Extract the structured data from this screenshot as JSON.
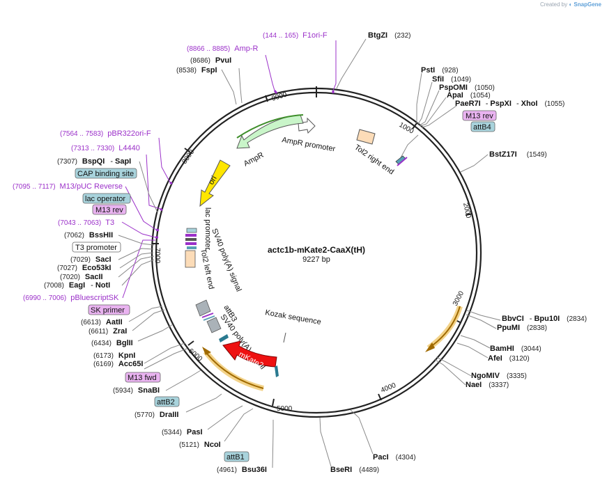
{
  "credit": {
    "prefix": "Created by",
    "brand": "SnapGene"
  },
  "plasmid": {
    "name": "actc1b-mKate2-CaaX(tH)",
    "size": "9227 bp"
  },
  "ticks": [
    "1000",
    "2000",
    "3000",
    "4000",
    "5000",
    "6000",
    "7000",
    "8000",
    "9000"
  ],
  "features": {
    "f1ori": {
      "range": "(144 .. 165)",
      "name": "F1ori-F"
    },
    "ampr_primer": {
      "range": "(8866 .. 8885)",
      "name": "Amp-R"
    },
    "pbr322": {
      "range": "(7564 .. 7583)",
      "name": "pBR322ori-F"
    },
    "l4440": {
      "range": "(7313 .. 7330)",
      "name": "L4440"
    },
    "m13puc": {
      "range": "(7095 .. 7117)",
      "name": "M13/pUC Reverse"
    },
    "t3": {
      "range": "(7043 .. 7063)",
      "name": "T3"
    },
    "pbluescript": {
      "range": "(6990 .. 7006)",
      "name": "pBluescriptSK"
    }
  },
  "boxes": {
    "m13rev_r": "M13 rev",
    "attb4": "attB4",
    "cap": "CAP binding site",
    "lac": "lac operator",
    "m13rev_l": "M13 rev",
    "t3prom": "T3 promoter",
    "sk": "SK primer",
    "m13fwd": "M13 fwd",
    "attb2": "attB2",
    "attb1": "attB1"
  },
  "sites": {
    "btgzi": {
      "name": "BtgZI",
      "pos": "(232)"
    },
    "psti": {
      "name": "PstI",
      "pos": "(928)"
    },
    "sfii": {
      "name": "SfiI",
      "pos": "(1049)"
    },
    "pspomi": {
      "name": "PspOMI",
      "pos": "(1050)"
    },
    "apai": {
      "name": "ApaI",
      "pos": "(1054)"
    },
    "paer7i": {
      "name": "PaeR7I",
      "sep1": "-",
      "name2": "PspXI",
      "sep2": "-",
      "name3": "XhoI",
      "pos": "(1055)"
    },
    "bstz17i": {
      "name": "BstZ17I",
      "pos": "(1549)"
    },
    "bbvci": {
      "name": "BbvCI",
      "sep": "-",
      "name2": "Bpu10I",
      "pos": "(2834)"
    },
    "ppumi": {
      "name": "PpuMI",
      "pos": "(2838)"
    },
    "bamhi": {
      "name": "BamHI",
      "pos": "(3044)"
    },
    "afei": {
      "name": "AfeI",
      "pos": "(3120)"
    },
    "ngomiv": {
      "name": "NgoMIV",
      "pos": "(3335)"
    },
    "naei": {
      "name": "NaeI",
      "pos": "(3337)"
    },
    "paci": {
      "name": "PacI",
      "pos": "(4304)"
    },
    "bseri": {
      "name": "BseRI",
      "pos": "(4489)"
    },
    "bsu36i": {
      "pos": "(4961)",
      "name": "Bsu36I"
    },
    "ncoi": {
      "pos": "(5121)",
      "name": "NcoI"
    },
    "pasi": {
      "pos": "(5344)",
      "name": "PasI"
    },
    "draiii": {
      "pos": "(5770)",
      "name": "DraIII"
    },
    "snabi": {
      "pos": "(5934)",
      "name": "SnaBI"
    },
    "acc65i": {
      "pos": "(6169)",
      "name": "Acc65I"
    },
    "kpni": {
      "pos": "(6173)",
      "name": "KpnI"
    },
    "bglii": {
      "pos": "(6434)",
      "name": "BglII"
    },
    "zrai": {
      "pos": "(6611)",
      "name": "ZraI"
    },
    "aatii": {
      "pos": "(6613)",
      "name": "AatII"
    },
    "eagi": {
      "pos": "(7008)",
      "name": "EagI",
      "sep": "-",
      "name2": "NotI"
    },
    "sacii": {
      "pos": "(7020)",
      "name": "SacII"
    },
    "eco53ki": {
      "pos": "(7027)",
      "name": "Eco53kI"
    },
    "saci": {
      "pos": "(7029)",
      "name": "SacI"
    },
    "bsshii": {
      "pos": "(7062)",
      "name": "BssHII"
    },
    "bspqi": {
      "pos": "(7307)",
      "name": "BspQI",
      "sep": "-",
      "name2": "SapI"
    },
    "fspi": {
      "pos": "(8538)",
      "name": "FspI"
    },
    "pvui": {
      "pos": "(8686)",
      "name": "PvuI"
    }
  },
  "inner": {
    "ampr_promoter": "AmpR promoter",
    "ampr": "AmpR",
    "ori": "ori",
    "tol2_right": "Tol2 right end",
    "lac_promoter": "lac promoter",
    "sv40_1": "SV40 poly(A) signal",
    "tol2_left": "Tol2 left end",
    "attb3": "attB3",
    "sv40_2": "SV40 poly(A) signal",
    "kozak": "Kozak sequence",
    "mkate2": "mKate2"
  },
  "colors": {
    "backbone": "#222222",
    "feature_primer": "#9b30c9",
    "feature_box_teal": "#a8d3dc",
    "feature_box_pink": "#e9b3f0",
    "ampr": "#c9f5c9",
    "ori": "#ffe600",
    "mkate": "#ee1111",
    "tol2": "#fcdcb8",
    "orange": "#d9a000"
  }
}
